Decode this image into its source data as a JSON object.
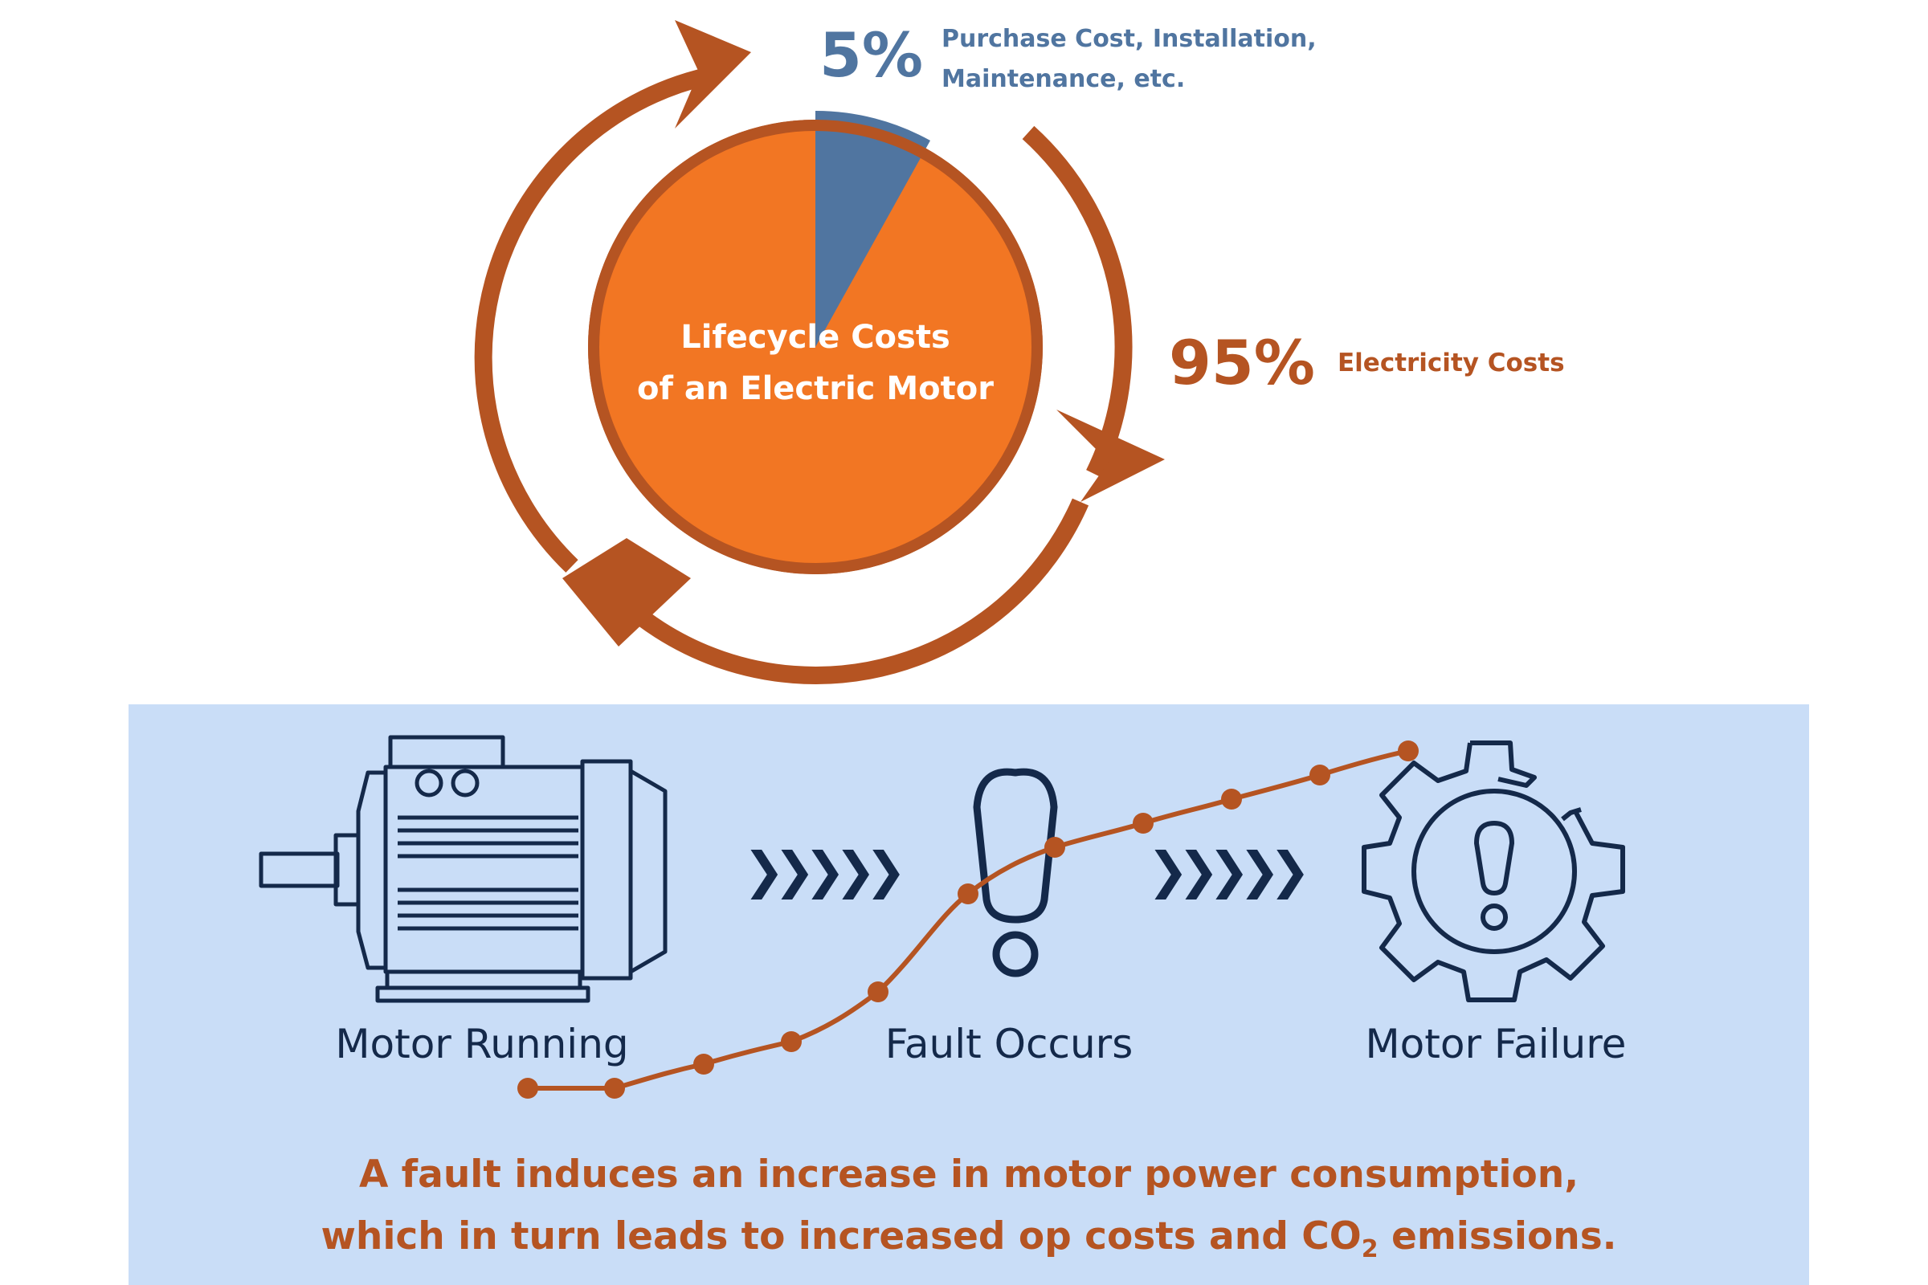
{
  "pie": {
    "center_line1": "Lifecycle Costs",
    "center_line2": "of an Electric Motor",
    "slices": [
      {
        "percent_label": "5%",
        "description_line1": "Purchase Cost, Installation,",
        "description_line2": "Maintenance, etc.",
        "color": "#5075A0"
      },
      {
        "percent_label": "95%",
        "description": "Electricity Costs",
        "color": "#F27623"
      }
    ],
    "ring_color": "#B55422",
    "arrow_color": "#B55422"
  },
  "process": {
    "background_color": "#C9DDF7",
    "icon_color": "#14294A",
    "steps": [
      {
        "label": "Motor Running",
        "icon": "electric-motor-icon"
      },
      {
        "label": "Fault Occurs",
        "icon": "exclamation-icon"
      },
      {
        "label": "Motor Failure",
        "icon": "broken-gear-warning-icon"
      }
    ],
    "chevrons": "❯❯❯❯❯",
    "curve_color": "#B55422"
  },
  "caption": {
    "line1": "A fault induces an increase in motor power consumption,",
    "line2_prefix": "which in turn leads to increased op costs and CO",
    "line2_subscript": "2",
    "line2_suffix": " emissions.",
    "color": "#B55422"
  }
}
